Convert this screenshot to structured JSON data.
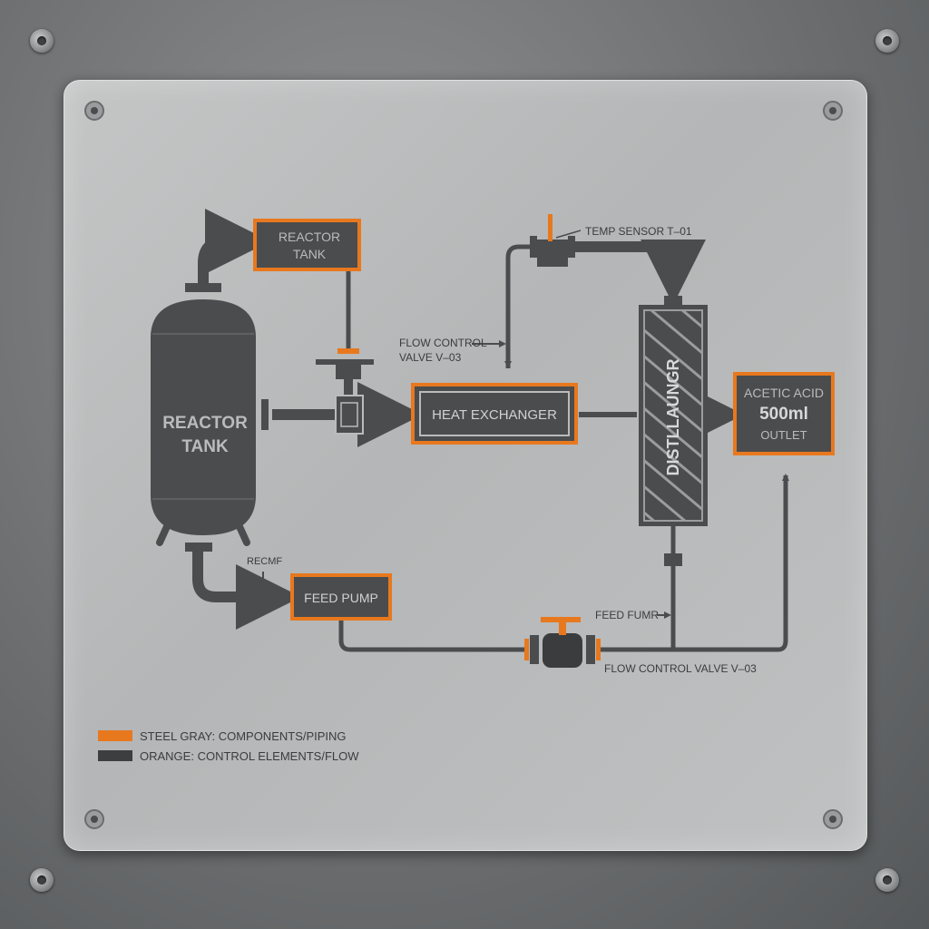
{
  "labels": {
    "reactor_tank_box_line1": "REACTOR",
    "reactor_tank_box_line2": "TANK",
    "reactor_tank_vessel_line1": "REACTOR",
    "reactor_tank_vessel_line2": "TANK",
    "flow_control_valve_top_line1": "FLOW CONTROL",
    "flow_control_valve_top_line2": "VALVE V–03",
    "temp_sensor": "TEMP SENSOR T–01",
    "heat_exchanger": "HEAT EXCHANGER",
    "distillation_column": "DISTLLAUNGR",
    "acetic_acid_line1": "ACETIC ACID",
    "acetic_acid_line2": "500ml",
    "acetic_acid_line3": "OUTLET",
    "recmf": "RECMF",
    "feed_pump": "FEED PUMP",
    "feed_fumr": "FEED FUMR",
    "flow_control_valve_bottom": "FLOW CONTROL VALVE V–03"
  },
  "legend": {
    "items": [
      {
        "color": "#e8781e",
        "text": "STEEL GRAY: COMPONENTS/PIPING"
      },
      {
        "color": "#3c3e40",
        "text": "ORANGE: CONTROL ELEMENTS/FLOW"
      }
    ]
  },
  "colors": {
    "steel_gray": "#4a4c4e",
    "orange": "#e8781e"
  }
}
